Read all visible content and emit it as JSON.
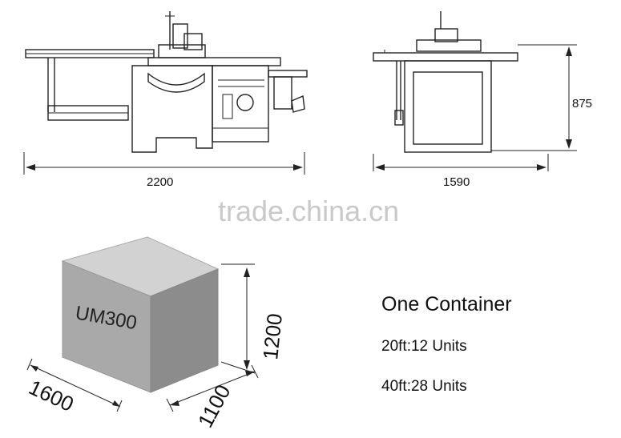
{
  "drawing": {
    "length_dim": "2200",
    "width_dim": "1590",
    "height_dim": "875"
  },
  "watermark": "trade.china.cn",
  "package": {
    "label": "UM300",
    "length": "1600",
    "depth": "1100",
    "height": "1200"
  },
  "container": {
    "title": "One Container",
    "line_20ft": "20ft:12 Units",
    "line_40ft": "40ft:28 Units"
  },
  "colors": {
    "box_front": "#a9a9a9",
    "box_top": "#d2d2d2",
    "box_side": "#8c8c8c",
    "watermark": "#c9c9c9"
  }
}
